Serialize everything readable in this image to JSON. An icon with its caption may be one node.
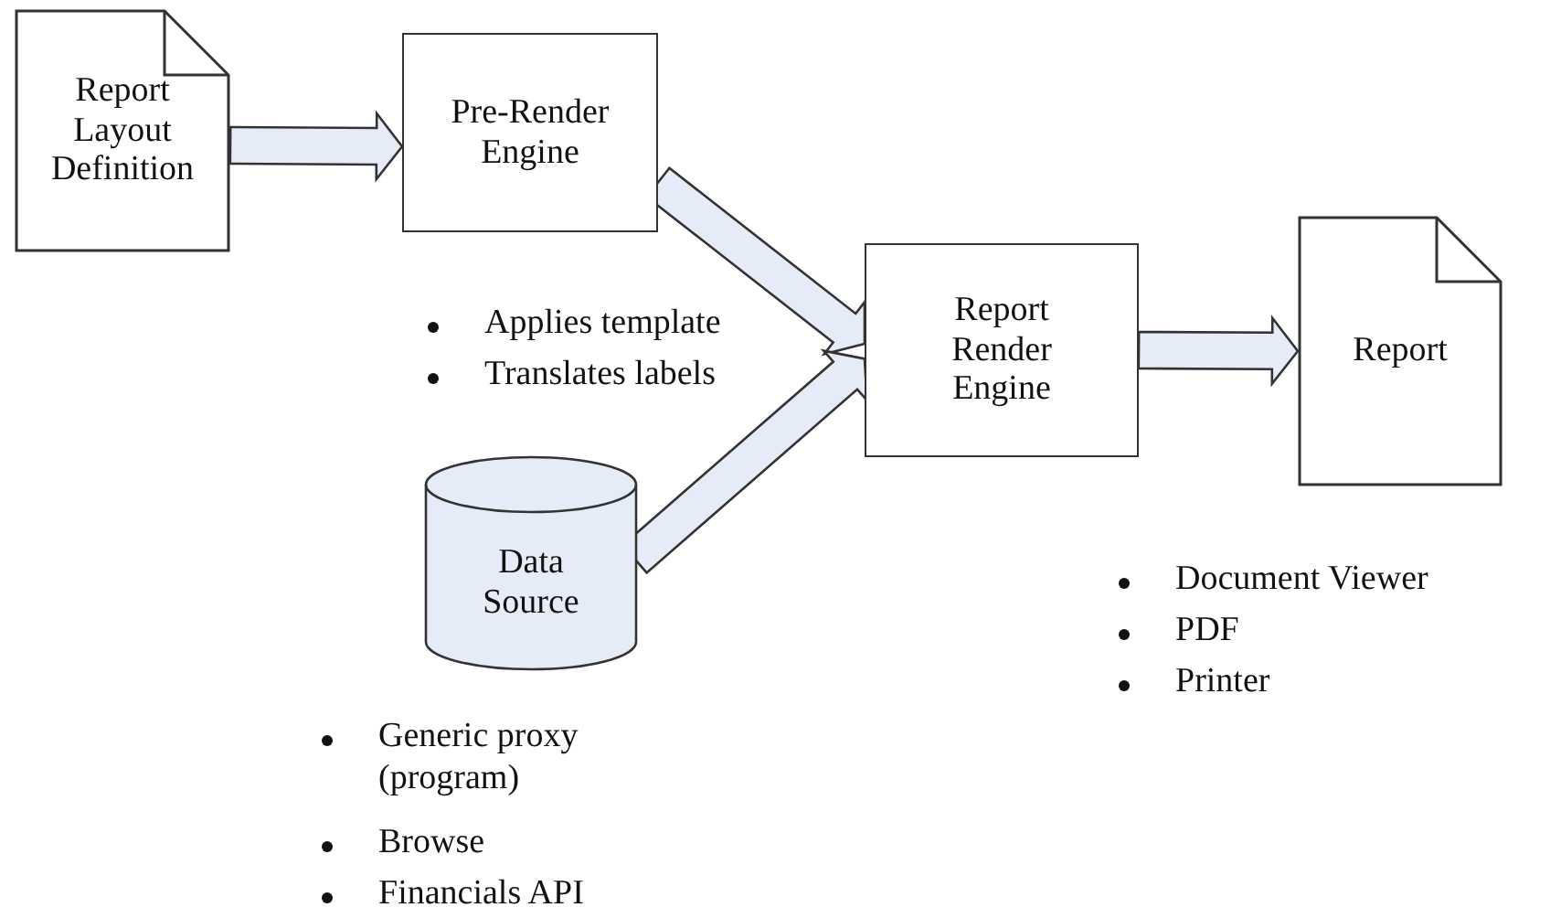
{
  "diagram": {
    "nodes": [
      {
        "text": [
          "Report Layout Definition"
        ]
      },
      {
        "text": [
          "Pre-Render Engine"
        ]
      },
      {
        "text": [
          "Report Render Engine"
        ]
      },
      {
        "text": [
          "Report"
        ]
      },
      {
        "text": [
          "Data Source"
        ]
      }
    ],
    "edges": [
      {
        "from": 0,
        "to": 1,
        "arrow": "to"
      },
      {
        "from": 1,
        "to": 2,
        "arrow": "to"
      },
      {
        "from": 4,
        "to": 2,
        "arrow": "to"
      },
      {
        "from": 2,
        "to": 3,
        "arrow": "to"
      }
    ],
    "labels": [
      "Applies template",
      "Translates labels",
      "Generic proxy (program)",
      "Browse",
      "Financials API",
      "Document Viewer",
      "PDF",
      "Printer"
    ]
  }
}
